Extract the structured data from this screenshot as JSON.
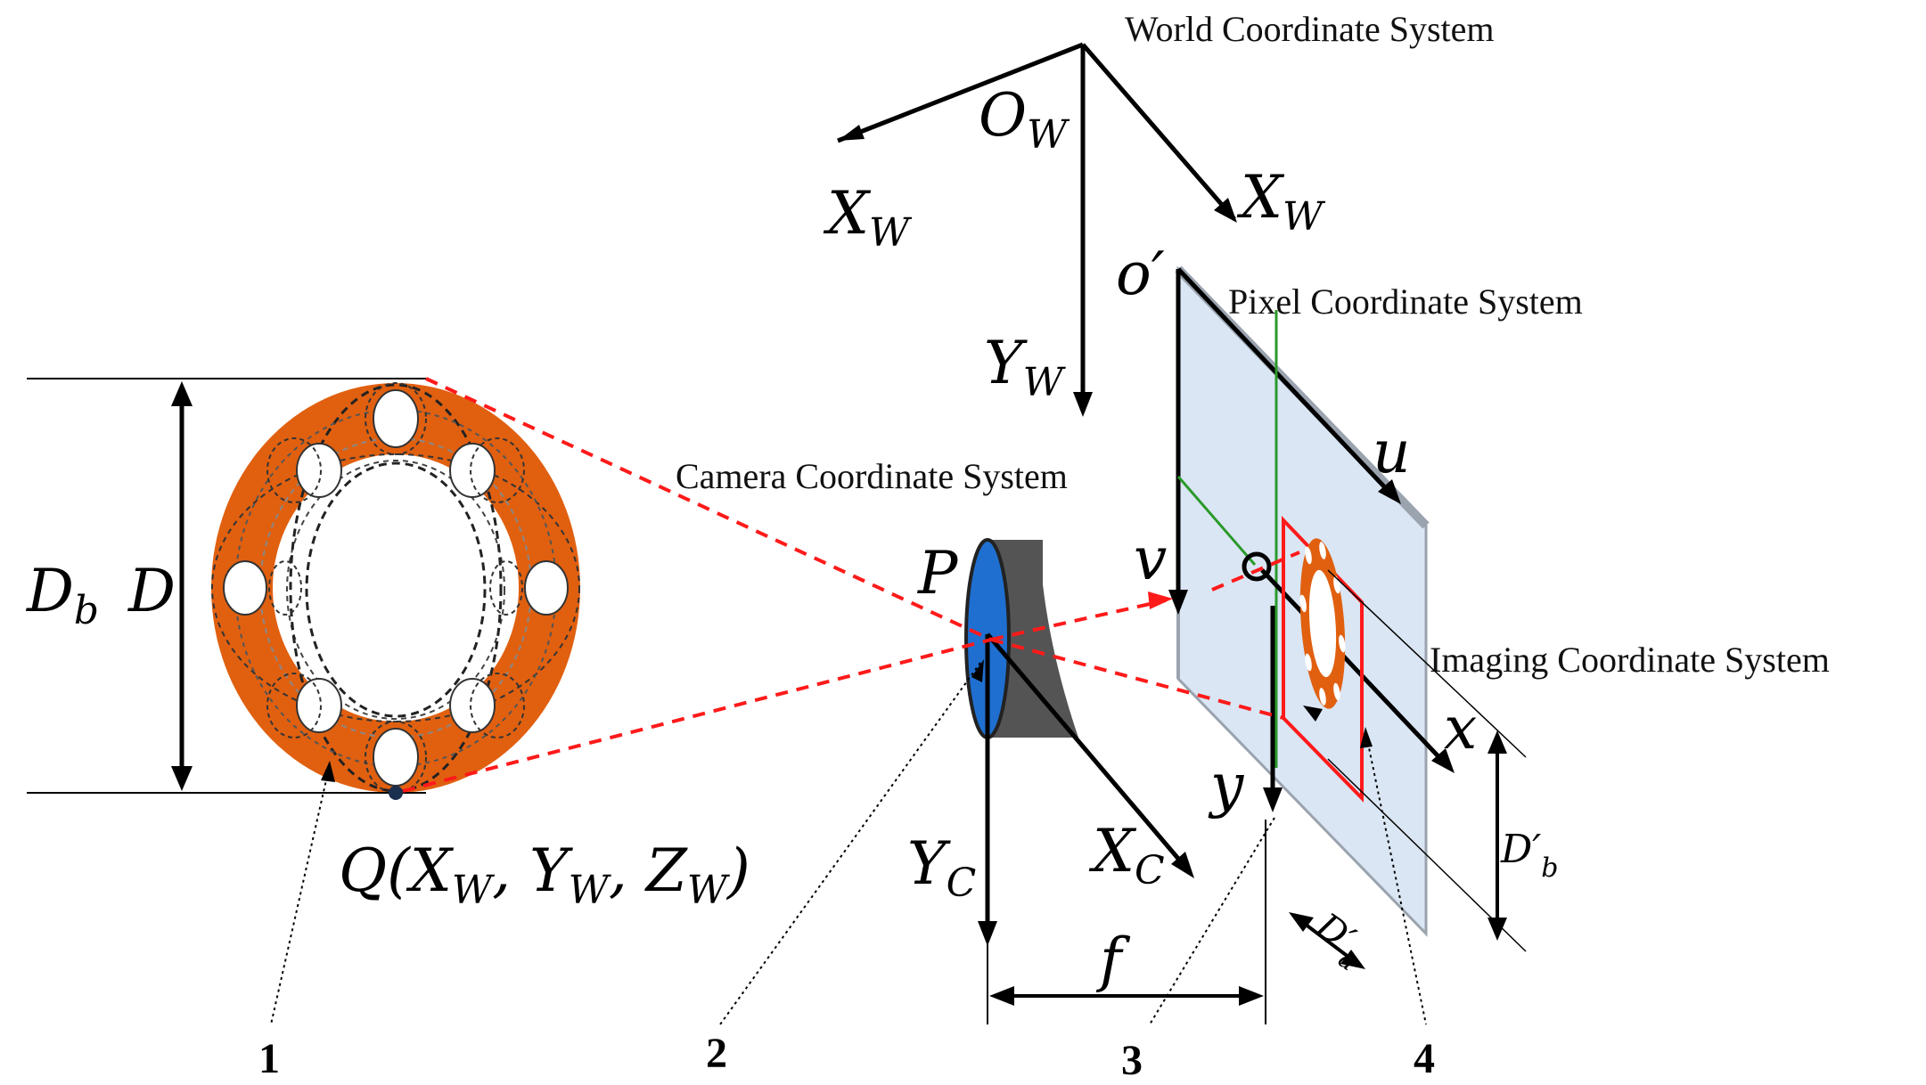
{
  "colors": {
    "bearing": "#e06010",
    "lens": "#1f6fd0",
    "lens_body": "#545454",
    "sensor_plane": "#dae6f4",
    "sensor_edge": "#9aa3ae",
    "ray": "#ff1a1a",
    "green_axis": "#2a9a2a",
    "image_frame": "#ff1a1a"
  },
  "labels": {
    "world_cs": "World Coordinate System",
    "pixel_cs": "Pixel Coordinate System",
    "camera_cs": "Camera Coordinate System",
    "imaging_cs": "Imaging Coordinate System"
  },
  "world": {
    "origin": "O",
    "origin_sub": "W",
    "x_left": "X",
    "x_left_sub": "W",
    "x_right": "X",
    "x_right_sub": "W",
    "y": "Y",
    "y_sub": "W"
  },
  "pixel": {
    "origin": "o′",
    "u": "u",
    "v": "v"
  },
  "imaging": {
    "origin": "o",
    "x": "x",
    "y": "y"
  },
  "camera": {
    "p": "P",
    "y": "Y",
    "y_sub": "C",
    "x": "X",
    "x_sub": "C",
    "f": "f"
  },
  "bearing": {
    "db": "D",
    "db_sub": "b",
    "d": "D",
    "q_open": "Q(",
    "q_x": "X",
    "q_x_sub": "W",
    "q_sep1": ", ",
    "q_y": "Y",
    "q_y_sub": "W",
    "q_sep2": ", ",
    "q_z": "Z",
    "q_z_sub": "W",
    "q_close": ")"
  },
  "image": {
    "db_prime": "D′",
    "db_prime_sub": "b",
    "da_prime": "D′",
    "da_prime_sub": "a"
  },
  "callouts": [
    "1",
    "2",
    "3",
    "4"
  ]
}
